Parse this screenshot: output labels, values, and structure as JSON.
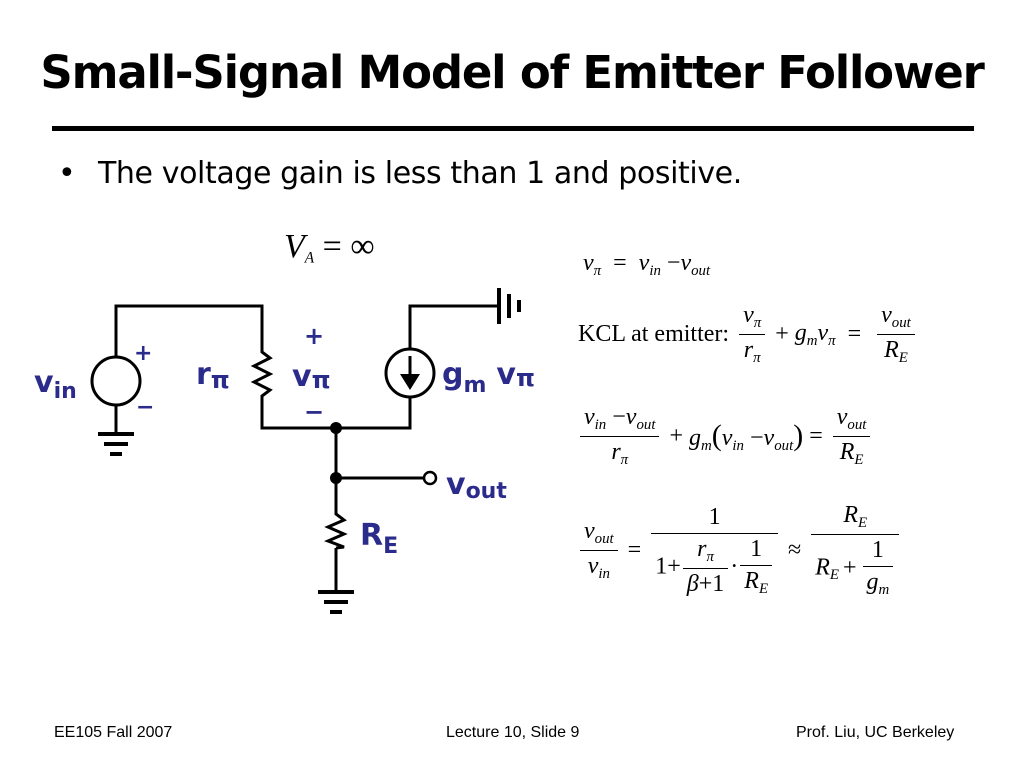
{
  "slide": {
    "title": "Small-Signal Model of Emitter Follower",
    "bullet": "The voltage gain is less than 1 and positive.",
    "bullet_symbol": "•"
  },
  "circuit": {
    "va_v": "V",
    "va_sub": "A",
    "va_rest": "= ∞",
    "vin_v": "v",
    "vin_sub": "in",
    "plus": "+",
    "minus": "−",
    "rpi_r": "r",
    "pi": "π",
    "vpi_v": "v",
    "gm_g": "g",
    "gm_sub": "m",
    "vout_v": "v",
    "vout_sub": "out",
    "re_r": "R",
    "re_sub": "E"
  },
  "equations": {
    "eq1": {
      "v": "v",
      "pi": "π",
      "eq": "=",
      "in": "in",
      "minus": "−",
      "out": "out"
    },
    "kcl": {
      "label": "KCL at emitter:",
      "plus": "+",
      "g": "g",
      "m": "m",
      "R": "R",
      "E": "E",
      "eq": "="
    },
    "eq3": {
      "lp": "(",
      "rp": ")"
    },
    "eq4": {
      "one": "1",
      "onep": "1+",
      "beta": "β",
      "p1": "+1",
      "cdot": "·",
      "approx": "≈"
    }
  },
  "footer": {
    "left": "EE105 Fall 2007",
    "center": "Lecture 10, Slide 9",
    "right": "Prof. Liu, UC Berkeley"
  },
  "colors": {
    "circuit_label": "#2b2b8c",
    "wire": "#000000"
  }
}
